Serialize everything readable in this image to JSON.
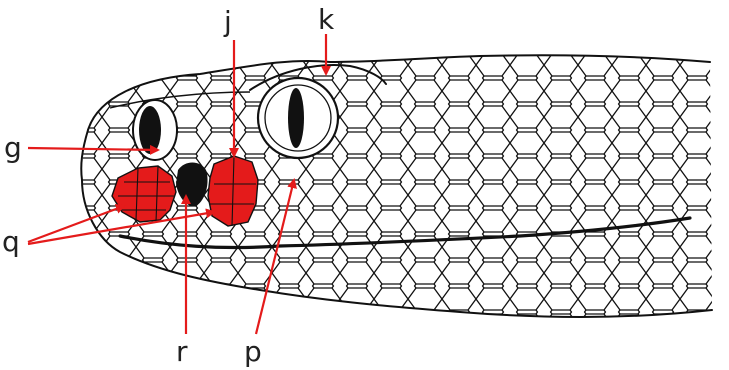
{
  "labels": {
    "g": "g",
    "j": "j",
    "k": "k",
    "q": "q",
    "r": "r",
    "p": "p"
  },
  "colors": {
    "highlight": "#e41b1b",
    "ink": "#111111",
    "background": "#ffffff"
  }
}
